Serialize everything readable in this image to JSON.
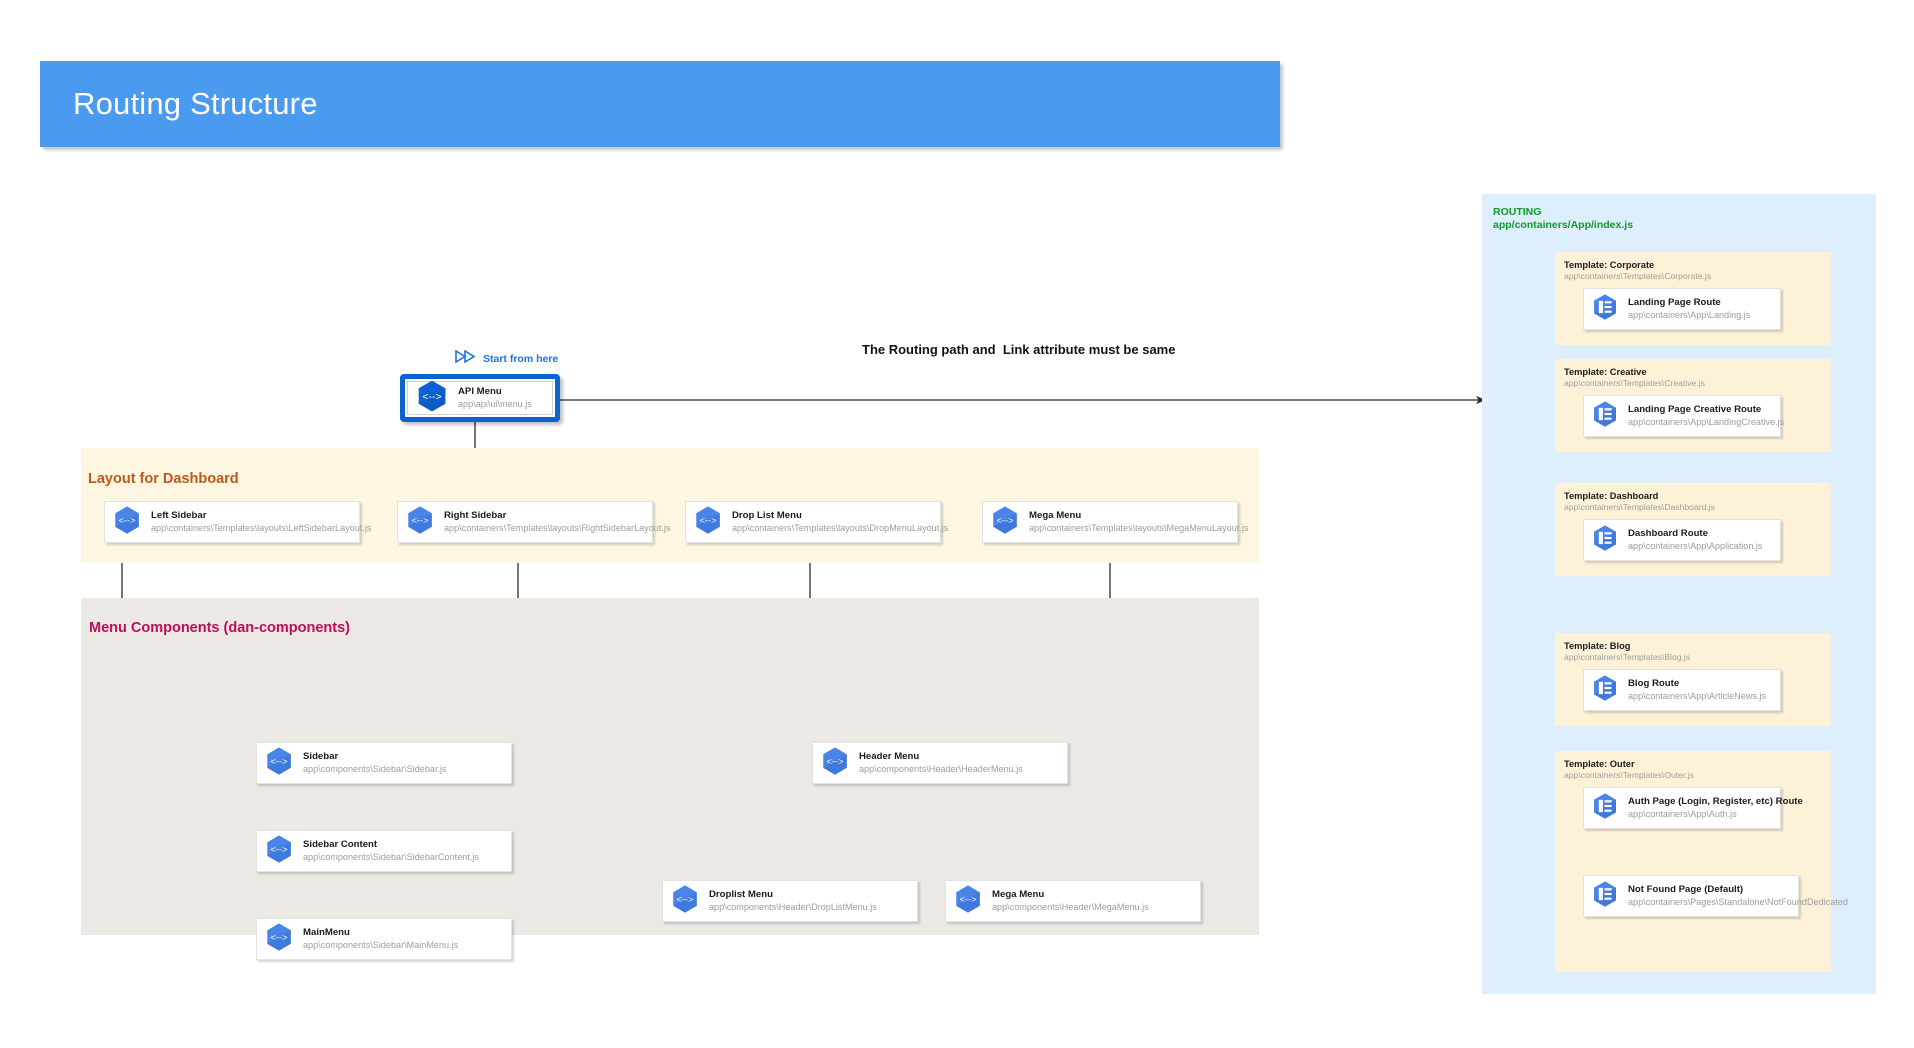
{
  "header": {
    "title": "Routing Structure",
    "banner_color": "#4a9bf0"
  },
  "annotations": {
    "start_label": "Start from here",
    "start_icon": "double-triangle-play-icon",
    "routing_note": "The Routing path and  Link attribute must be same"
  },
  "groups": {
    "layout": {
      "label": "Layout for Dashboard",
      "label_color": "#c1581b",
      "bg": "#fdf6e0"
    },
    "components": {
      "label": "Menu Components (dan-components)",
      "label_color": "#bf0c5b",
      "bg": "#ece9e5"
    }
  },
  "root_node": {
    "title": "API Menu",
    "path": "app\\api\\ui\\menu.js",
    "icon": "code-hexagon-icon",
    "border_color": "#0b62d0"
  },
  "layout_nodes": [
    {
      "title": "Left Sidebar",
      "path": "app\\containers\\Templates\\layouts\\LeftSidebarLayout.js",
      "icon": "code-hexagon-icon"
    },
    {
      "title": "Right Sidebar",
      "path": "app\\containers\\Templates\\layouts\\RightSidebarLayout.js",
      "icon": "code-hexagon-icon"
    },
    {
      "title": "Drop List Menu",
      "path": "app\\containers\\Templates\\layouts\\DropMenuLayout.js",
      "icon": "code-hexagon-icon"
    },
    {
      "title": "Mega Menu",
      "path": "app\\containers\\Templates\\layouts\\MegaMenuLayout.js",
      "icon": "code-hexagon-icon"
    }
  ],
  "component_nodes": [
    {
      "title": "Sidebar",
      "path": "app\\components\\Sidebar\\Sidebar.js",
      "icon": "code-hexagon-icon"
    },
    {
      "title": "Sidebar Content",
      "path": "app\\components\\Sidebar\\SidebarContent.js",
      "icon": "code-hexagon-icon"
    },
    {
      "title": "MainMenu",
      "path": "app\\components\\Sidebar\\MainMenu.js",
      "icon": "code-hexagon-icon"
    },
    {
      "title": "Header Menu",
      "path": "app\\components\\Header\\HeaderMenu.js",
      "icon": "code-hexagon-icon"
    },
    {
      "title": "Droplist Menu",
      "path": "app\\components\\Header\\DropListMenu.js",
      "icon": "code-hexagon-icon"
    },
    {
      "title": "Mega Menu",
      "path": "app\\components\\Header\\MegaMenu.js",
      "icon": "code-hexagon-icon"
    }
  ],
  "routing": {
    "title": "ROUTING\napp/containers/App/index.js",
    "title_color": "#0f9c28",
    "panel_bg": "#ddeefc",
    "templates": [
      {
        "name": "Template: Corporate",
        "path": "app\\containers\\Templates\\Corporate.js",
        "routes": [
          {
            "title": "Landing Page Route",
            "path": "app\\containers\\App\\Landing.js",
            "icon": "list-hexagon-icon"
          }
        ]
      },
      {
        "name": "Template: Creative",
        "path": "app\\containers\\Templates\\Creative.js",
        "routes": [
          {
            "title": "Landing Page Creative Route",
            "path": "app\\containers\\App\\LandingCreative.js",
            "icon": "list-hexagon-icon"
          }
        ]
      },
      {
        "name": "Template: Dashboard",
        "path": "app\\containers\\Templates\\Dashboard.js",
        "routes": [
          {
            "title": "Dashboard Route",
            "path": "app\\containers\\App\\Application.js",
            "icon": "list-hexagon-icon"
          }
        ]
      },
      {
        "name": "Template: Blog",
        "path": "app\\containers\\Templates\\Blog.js",
        "routes": [
          {
            "title": "Blog Route",
            "path": "app\\containers\\App\\ArticleNews.js",
            "icon": "list-hexagon-icon"
          }
        ]
      },
      {
        "name": "Template: Outer",
        "path": "app\\containers\\Templates\\Outer.js",
        "routes": [
          {
            "title": "Auth Page (Login, Register, etc) Route",
            "path": "app\\containers\\App\\Auth.js",
            "icon": "list-hexagon-icon"
          },
          {
            "title": "Not Found Page (Default)",
            "path": "app\\containers\\Pages\\Standalone\\NotFoundDedicated",
            "icon": "list-hexagon-icon"
          }
        ]
      }
    ]
  }
}
